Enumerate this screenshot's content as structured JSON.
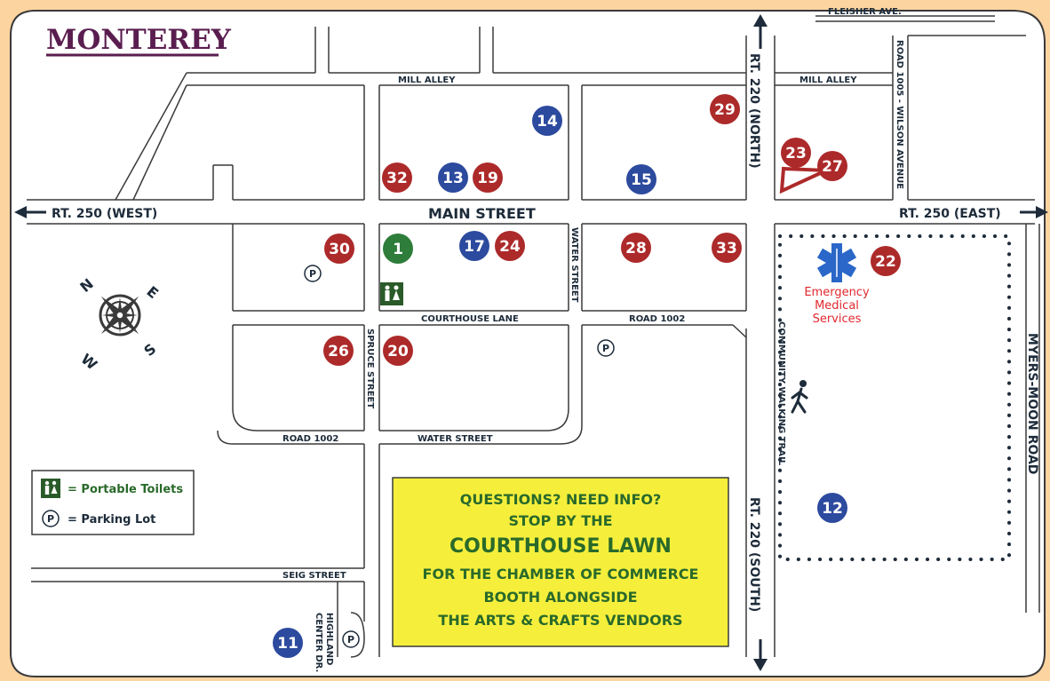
{
  "title": "MONTEREY",
  "colors": {
    "background": "#fcd4a0",
    "map_bg": "#ffffff",
    "road_line": "#3a3a3a",
    "red_marker": "#ad2a2a",
    "blue_marker": "#2c4a9e",
    "green_marker": "#2e7d3a",
    "ems": "#2a67c8",
    "info_box": "#f5ef3c"
  },
  "streets": {
    "fleisher": "FLEISHER AVE.",
    "mill_alley_left": "MILL ALLEY",
    "mill_alley_right": "MILL ALLEY",
    "rt220_north": "RT. 220 (NORTH)",
    "rt220_south": "RT. 220 (SOUTH)",
    "road1005": "ROAD 1005 - WILSON AVENUE",
    "rt250_west": "RT. 250 (WEST)",
    "rt250_east": "RT. 250 (EAST)",
    "main_street": "MAIN STREET",
    "water_street_v": "WATER STREET",
    "courthouse_lane": "COURTHOUSE LANE",
    "road1002_top": "ROAD 1002",
    "spruce_street": "SPRUCE STREET",
    "road1002_bottom": "ROAD 1002",
    "water_street_h": "WATER STREET",
    "community_trail": "COMMUNITY WALKING TRAIL",
    "myers_moon": "MYERS-MOON ROAD",
    "seig_street": "SEIG STREET",
    "highland_1": "HIGHLAND",
    "highland_2": "CENTER DR."
  },
  "markers": [
    {
      "id": "14",
      "color": "blue"
    },
    {
      "id": "29",
      "color": "red"
    },
    {
      "id": "32",
      "color": "red"
    },
    {
      "id": "13",
      "color": "blue"
    },
    {
      "id": "19",
      "color": "red"
    },
    {
      "id": "15",
      "color": "blue"
    },
    {
      "id": "23",
      "color": "red"
    },
    {
      "id": "27",
      "color": "red"
    },
    {
      "id": "30",
      "color": "red"
    },
    {
      "id": "1",
      "color": "green"
    },
    {
      "id": "17",
      "color": "blue"
    },
    {
      "id": "24",
      "color": "red"
    },
    {
      "id": "28",
      "color": "red"
    },
    {
      "id": "33",
      "color": "red"
    },
    {
      "id": "22",
      "color": "red"
    },
    {
      "id": "26",
      "color": "red"
    },
    {
      "id": "20",
      "color": "red"
    },
    {
      "id": "12",
      "color": "blue"
    },
    {
      "id": "11",
      "color": "blue"
    }
  ],
  "ems": {
    "line1": "Emergency",
    "line2": "Medical",
    "line3": "Services"
  },
  "compass": {
    "n": "N",
    "e": "E",
    "s": "S",
    "w": "W"
  },
  "parking_symbol": "P",
  "legend": {
    "toilets": "= Portable Toilets",
    "parking": "= Parking Lot"
  },
  "info_box": {
    "line1": "QUESTIONS? NEED INFO?",
    "line2": "STOP BY THE",
    "line3": "COURTHOUSE LAWN",
    "line4": "FOR THE CHAMBER OF COMMERCE",
    "line5": "BOOTH ALONGSIDE",
    "line6": "THE ARTS & CRAFTS VENDORS"
  }
}
